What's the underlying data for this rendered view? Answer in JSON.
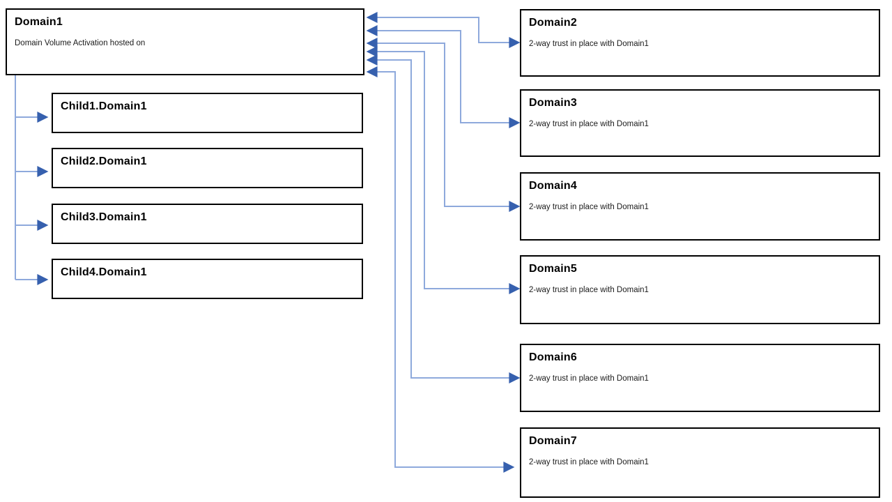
{
  "diagram": {
    "type": "active-directory-domain-trust-diagram",
    "root": {
      "title": "Domain1",
      "subtitle": "Domain Volume Activation hosted on"
    },
    "children": [
      {
        "title": "Child1.Domain1"
      },
      {
        "title": "Child2.Domain1"
      },
      {
        "title": "Child3.Domain1"
      },
      {
        "title": "Child4.Domain1"
      }
    ],
    "trusted": [
      {
        "title": "Domain2",
        "subtitle": "2-way trust in place with Domain1"
      },
      {
        "title": "Domain3",
        "subtitle": "2-way trust in place with Domain1"
      },
      {
        "title": "Domain4",
        "subtitle": "2-way trust in place with Domain1"
      },
      {
        "title": "Domain5",
        "subtitle": "2-way trust in place with Domain1"
      },
      {
        "title": "Domain6",
        "subtitle": "2-way trust in place with Domain1"
      },
      {
        "title": "Domain7",
        "subtitle": "2-way trust in place with Domain1"
      }
    ],
    "colors": {
      "connector_line": "#8ea9dc",
      "connector_arrow": "#3660ae",
      "box_border": "#000000",
      "box_fill": "#ffffff",
      "text": "#000000",
      "background": "#ffffff"
    }
  }
}
